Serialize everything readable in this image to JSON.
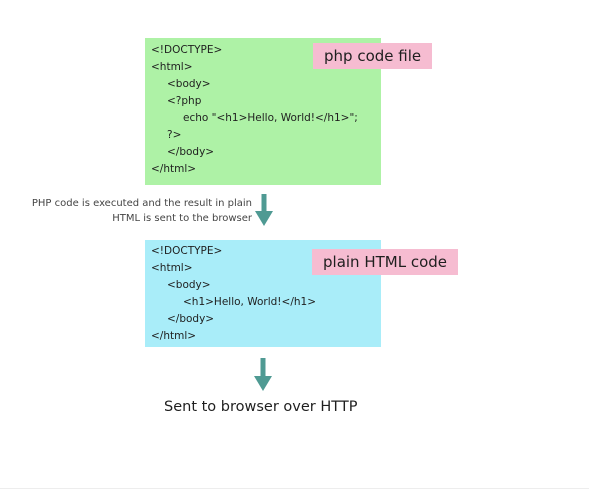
{
  "php_block": {
    "tag": "php code file",
    "lines": [
      "<!DOCTYPE>",
      "<html>",
      "<body>",
      "<?php",
      "echo \"<h1>Hello, World!</h1>\";",
      "?>",
      "</body>",
      "</html>"
    ]
  },
  "transition_note": "PHP code is executed and the result in plain HTML is sent to the browser",
  "html_block": {
    "tag": "plain HTML code",
    "lines": [
      "<!DOCTYPE>",
      "<html>",
      "<body>",
      "<h1>Hello, World!</h1>",
      "</body>",
      "</html>"
    ]
  },
  "footer": "Sent to browser over HTTP",
  "colors": {
    "php_box": "#aef2a6",
    "html_box": "#a9edf9",
    "tag_bg": "#f6bcd1",
    "arrow": "#4f9a93"
  },
  "icons": [
    "arrow-down-icon",
    "arrow-down-icon"
  ]
}
